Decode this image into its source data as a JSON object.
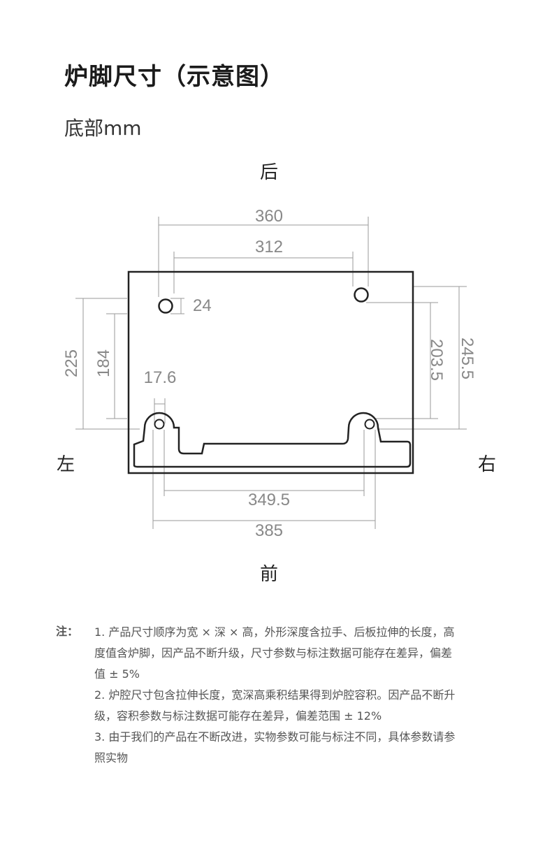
{
  "header": {
    "title": "炉脚尺寸（示意图）",
    "subtitle": "底部mm"
  },
  "diagram": {
    "directions": {
      "back": "后",
      "front": "前",
      "left": "左",
      "right": "右"
    },
    "dimensions": {
      "width_outer_top": "360",
      "width_inner_top": "312",
      "hole_offset": "24",
      "left_depth_outer": "225",
      "left_depth_inner": "184",
      "right_depth_inner": "203.5",
      "right_depth_outer": "245.5",
      "front_hole_offset": "17.6",
      "width_inner_bottom": "349.5",
      "width_outer_bottom": "385"
    }
  },
  "notes": {
    "label": "注：",
    "items": [
      "1. 产品尺寸顺序为宽 × 深 × 高，外形深度含拉手、后板拉伸的长度，高度值含炉脚，因产品不断升级，尺寸参数与标注数据可能存在差异，偏差值 ± 5%",
      "2. 炉腔尺寸包含拉伸长度，宽深高乘积结果得到炉腔容积。因产品不断升级，容积参数与标注数据可能存在差异，偏差范围 ± 12%",
      "3. 由于我们的产品在不断改进，实物参数可能与标注不同，具体参数请参照实物"
    ]
  },
  "colors": {
    "outline": "#222222",
    "dimension_line": "#999999",
    "dimension_text": "#888888"
  }
}
